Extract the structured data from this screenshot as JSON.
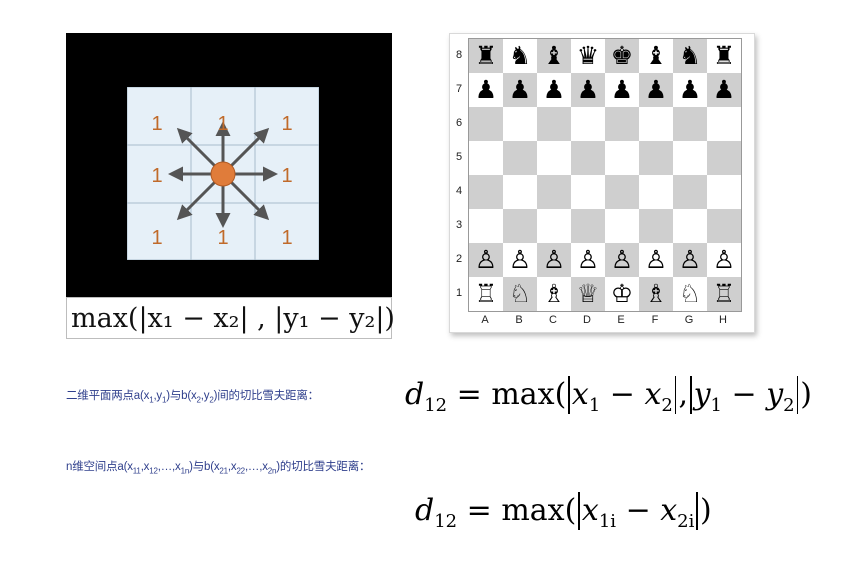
{
  "king_figure": {
    "cell_values": [
      "1",
      "1",
      "1",
      "1",
      "1",
      "1",
      "1",
      "1"
    ],
    "formula": "max(|x₁ − x₂| , |y₁ − y₂|)"
  },
  "chess_board": {
    "ranks": [
      "8",
      "7",
      "6",
      "5",
      "4",
      "3",
      "2",
      "1"
    ],
    "files": [
      "A",
      "B",
      "C",
      "D",
      "E",
      "F",
      "G",
      "H"
    ],
    "rows": [
      [
        "♜",
        "♞",
        "♝",
        "♛",
        "♚",
        "♝",
        "♞",
        "♜"
      ],
      [
        "♟",
        "♟",
        "♟",
        "♟",
        "♟",
        "♟",
        "♟",
        "♟"
      ],
      [
        "",
        "",
        "",
        "",
        "",
        "",
        "",
        ""
      ],
      [
        "",
        "",
        "",
        "",
        "",
        "",
        "",
        ""
      ],
      [
        "",
        "",
        "",
        "",
        "",
        "",
        "",
        ""
      ],
      [
        "",
        "",
        "",
        "",
        "",
        "",
        "",
        ""
      ],
      [
        "♙",
        "♙",
        "♙",
        "♙",
        "♙",
        "♙",
        "♙",
        "♙"
      ],
      [
        "♖",
        "♘",
        "♗",
        "♕",
        "♔",
        "♗",
        "♘",
        "♖"
      ]
    ]
  },
  "text": {
    "caption_2d_a": "二维平面两点a(x",
    "caption_2d_b": "1",
    "caption_2d_c": ",y",
    "caption_2d_d": "1",
    "caption_2d_e": ")与b(x",
    "caption_2d_f": "2",
    "caption_2d_g": ",y",
    "caption_2d_h": "2",
    "caption_2d_i": ")间的切比雪夫距离：",
    "caption_nd_a": "n维空间点a(x",
    "caption_nd_b": "11",
    "caption_nd_c": ",x",
    "caption_nd_d": "12",
    "caption_nd_e": ",…,x",
    "caption_nd_f": "1n",
    "caption_nd_g": ")与b(x",
    "caption_nd_h": "21",
    "caption_nd_i": ",x",
    "caption_nd_j": "22",
    "caption_nd_k": ",…,x",
    "caption_nd_l": "2n",
    "caption_nd_m": ")的切比雪夫距离："
  },
  "formula_2d": {
    "d": "d",
    "d_sub": "12",
    "eq_max": " = max(",
    "x1": "x",
    "x1_sub": "1",
    "minus1": " − ",
    "x2": "x",
    "x2_sub": "2",
    "comma": ",",
    "y1": "y",
    "y1_sub": "1",
    "minus2": " − ",
    "y2": "y",
    "y2_sub": "2",
    "close": ")"
  },
  "formula_nd": {
    "d": "d",
    "d_sub": "12",
    "eq_max": " = max(",
    "x1": "x",
    "x1_sub": "1i",
    "minus": " − ",
    "x2": "x",
    "x2_sub": "2i",
    "close": ")"
  },
  "colors": {
    "grid_fill": "#e6f0f8",
    "arrow": "#555555",
    "number": "#c06a2a",
    "center_dot": "#e07c3a",
    "caption": "#2f3f8c"
  }
}
